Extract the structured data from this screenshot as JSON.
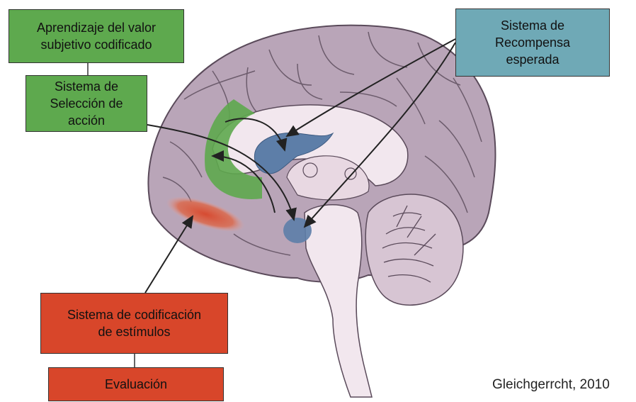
{
  "labels": {
    "valor": "Aprendizaje del valor\nsubjetivo codificado",
    "seleccion": "Sistema de\nSelección de\nacción",
    "recompensa": "Sistema de\nRecompensa\nesperada",
    "codificacion": "Sistema de codificación\nde estímulos",
    "evaluacion": "Evaluación"
  },
  "citation": "Gleichgerrcht, 2010",
  "colors": {
    "green": "#5ea94e",
    "teal": "#6fa9b6",
    "red": "#d8462a",
    "brain": "#b9a5b8",
    "highlight_blue": "#5d7ea8"
  }
}
